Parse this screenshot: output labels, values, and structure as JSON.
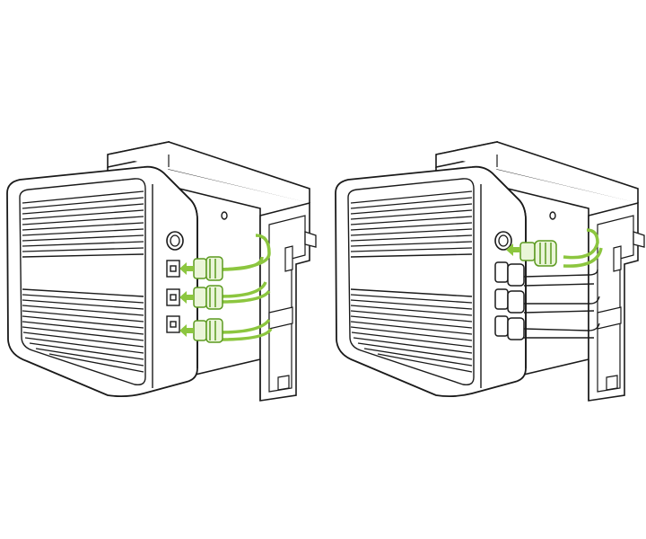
{
  "figure": {
    "panels": [
      {
        "id": "left",
        "step": "insert-connectors"
      },
      {
        "id": "right",
        "step": "connectors-installed"
      }
    ],
    "colors": {
      "outline": "#1a1a1a",
      "highlight": "#8cc63f",
      "highlight_dark": "#5b9a1f",
      "background": "#ffffff"
    },
    "icons": [
      "arrow-right-icon",
      "rj45-port-icon",
      "coax-port-icon",
      "mounting-hole-icon"
    ]
  }
}
